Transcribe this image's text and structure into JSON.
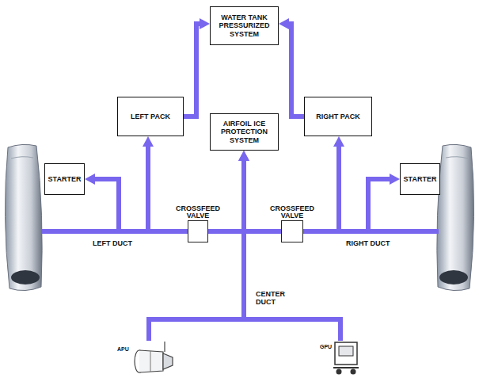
{
  "diagram": {
    "nodes": [
      {
        "text": [
          "WATER TANK PRESSURIZED SYSTEM"
        ]
      },
      {
        "text": [
          "LEFT PACK"
        ]
      },
      {
        "text": [
          "AIRFOIL ICE PROTECTION SYSTEM"
        ]
      },
      {
        "text": [
          "RIGHT PACK"
        ]
      },
      {
        "text": [
          "STARTER"
        ]
      },
      {
        "text": [
          "STARTER"
        ]
      },
      {
        "text": [
          "CROSSFEED VALVE"
        ]
      },
      {
        "text": [
          "CROSSFEED VALVE"
        ]
      },
      {
        "text": [
          "APU"
        ]
      },
      {
        "text": [
          "GPU"
        ]
      }
    ],
    "edges": [
      {
        "from": 1,
        "to": 0,
        "arrow": "to"
      },
      {
        "from": 3,
        "to": 0,
        "arrow": "to"
      },
      {
        "from": 6,
        "to": 4,
        "arrow": "to"
      },
      {
        "from": 6,
        "to": 1,
        "arrow": "to"
      },
      {
        "from": 6,
        "to": 7,
        "arrow": "none"
      },
      {
        "from": 7,
        "to": 3,
        "arrow": "to"
      },
      {
        "from": 7,
        "to": 5,
        "arrow": "to"
      },
      {
        "from": 8,
        "to": 2,
        "arrow": "to"
      },
      {
        "from": 9,
        "to": 2,
        "arrow": "to"
      }
    ],
    "labels": [
      "LEFT DUCT",
      "RIGHT DUCT",
      "CENTER DUCT"
    ]
  }
}
